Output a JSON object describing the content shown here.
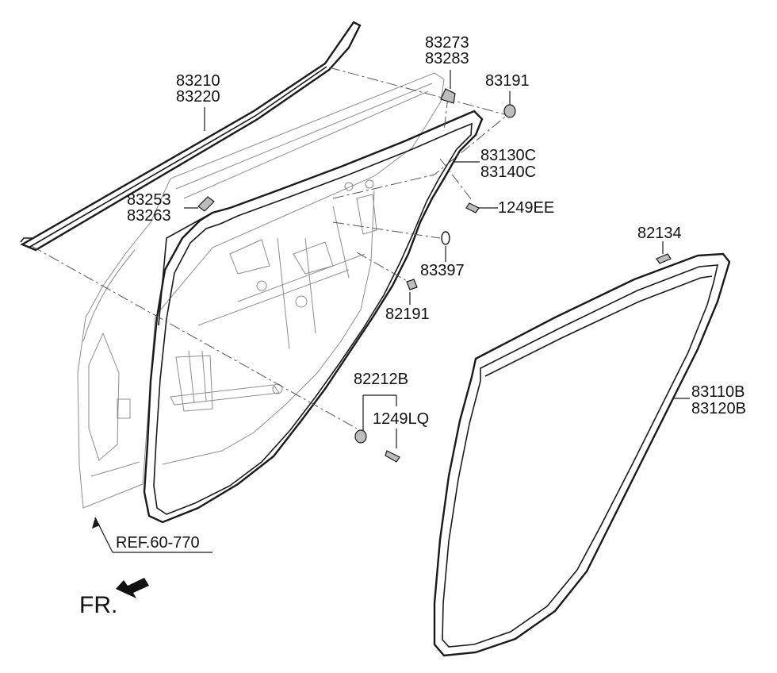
{
  "labels": {
    "p83210": "83210",
    "p83220": "83220",
    "p83273": "83273",
    "p83283": "83283",
    "p83191": "83191",
    "p83130c": "83130C",
    "p83140c": "83140C",
    "p1249ee": "1249EE",
    "p83253": "83253",
    "p83263": "83263",
    "p83397": "83397",
    "p82191": "82191",
    "p82134": "82134",
    "p82212b": "82212B",
    "p1249lq": "1249LQ",
    "p83110b": "83110B",
    "p83120b": "83120B",
    "ref": "REF.60-770",
    "fr": "FR."
  },
  "icons": {
    "front_arrow": "arrow-front-left-icon"
  },
  "colors": {
    "line": "#1a1a1a",
    "faint": "#8c8c8c",
    "part_fill": "#bdbdbd"
  }
}
